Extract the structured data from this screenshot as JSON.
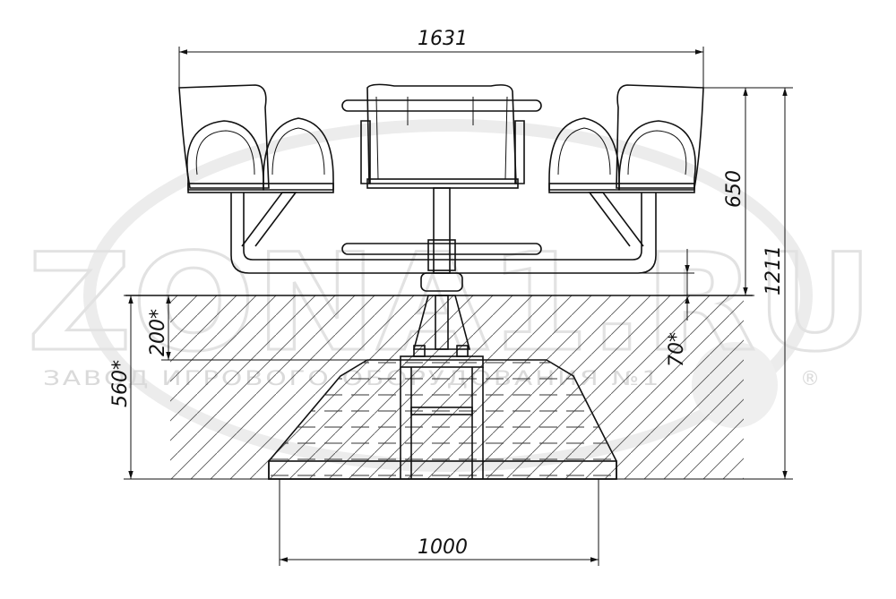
{
  "watermark": {
    "logo_text": "ZONA1.RU",
    "tagline": "ЗАВОД ИГРОВОГО ОБОРУДОВАНИЯ №1",
    "registered_mark": "®"
  },
  "dimensions": {
    "overall_width": "1631",
    "seat_height": "650",
    "total_height": "1211",
    "pipe_depth": "200*",
    "foundation_depth": "560*",
    "clearance": "70*",
    "base_width": "1000"
  }
}
